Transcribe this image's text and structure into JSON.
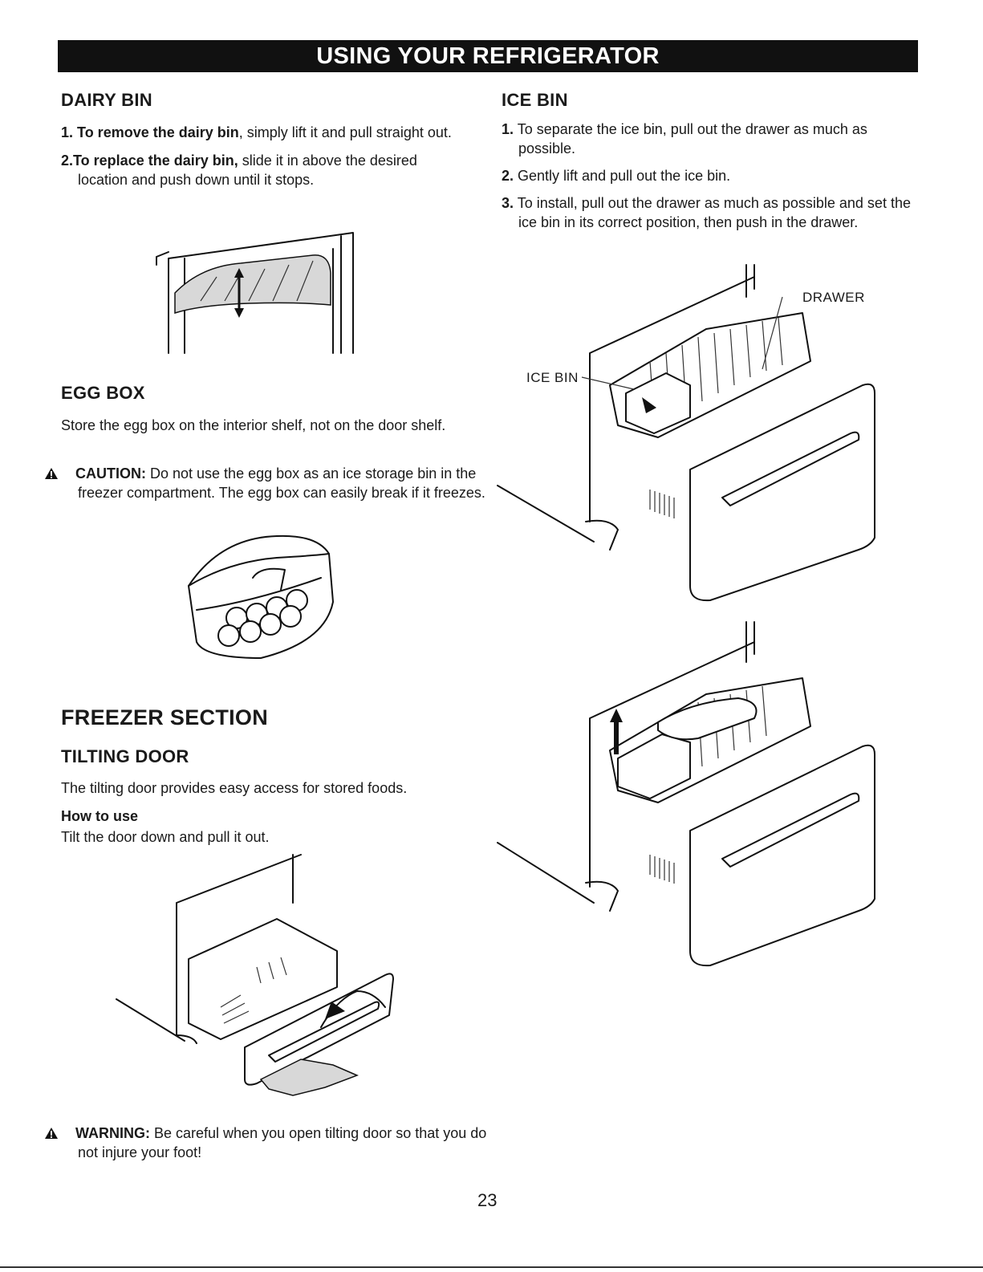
{
  "header": {
    "title": "USING YOUR REFRIGERATOR"
  },
  "dairy_bin": {
    "heading": "DAIRY BIN",
    "steps": [
      {
        "num": "1.",
        "bold": "To remove the dairy bin",
        "rest": ", simply lift it and pull straight out."
      },
      {
        "num": "2.",
        "bold": "To replace the dairy bin,",
        "rest": " slide it in above the desired location and push down until it stops."
      }
    ]
  },
  "egg_box": {
    "heading": "EGG BOX",
    "text": "Store the egg box on the interior shelf, not on the door shelf.",
    "caution_label": "CAUTION:",
    "caution_text": " Do not use the egg box as an ice storage bin in the freezer compartment. The egg box can easily break if it freezes."
  },
  "freezer": {
    "heading": "FREEZER SECTION",
    "subheading": "TILTING DOOR",
    "text": "The tilting door provides easy access for stored foods.",
    "how_heading": "How to use",
    "how_text": "Tilt the door down and pull it out.",
    "warning_label": "WARNING:",
    "warning_text": " Be careful when you open tilting door so that you do not injure your foot!"
  },
  "ice_bin": {
    "heading": "ICE BIN",
    "steps": [
      {
        "num": "1.",
        "text": " To separate the ice bin, pull out the drawer as much as possible."
      },
      {
        "num": "2.",
        "text": " Gently lift and pull out the ice bin."
      },
      {
        "num": "3.",
        "text": " To install, pull out the drawer as much as possible and set the ice bin in its correct position, then push in the drawer."
      }
    ],
    "label_drawer": "DRAWER",
    "label_ice_bin": "ICE BIN"
  },
  "footer": {
    "page_number": "23"
  },
  "icons": {
    "warning": "warning-triangle-icon"
  }
}
